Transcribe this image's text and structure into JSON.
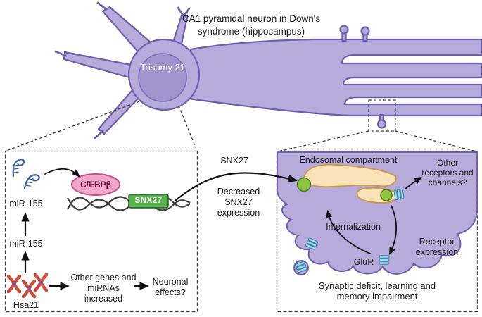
{
  "neuron": {
    "title": "CA1 pyramidal neuron in Down's syndrome (hippocampus)",
    "nucleus_label": "Trisomy 21"
  },
  "left_panel": {
    "mir155_top": "miR-155",
    "cebpb": "C/EBPβ",
    "snx27_gene": "SNX27",
    "mir155_mid": "miR-155",
    "hsa21": "Hsa21",
    "other_genes": "Other genes and miRNAs increased",
    "neuronal_effects": "Neuronal effects?"
  },
  "pathway": {
    "snx27": "SNX27",
    "decreased": "Decreased SNX27 expression"
  },
  "right_panel": {
    "endosome_label": "Endosomal compartment",
    "other_receptors": "Other receptors and channels?",
    "internalization": "Internalization",
    "receptor_expression": "Receptor expression",
    "glur": "GluR",
    "outcome": "Synaptic deficit, learning and memory impairment"
  },
  "colors": {
    "neuron_fill": "#b7abdc",
    "neuron_outline": "#6b5fae",
    "nucleus_fill": "#a295cd",
    "dash_line": "#3d3d3d",
    "mirna_blue": "#3a5fae",
    "cebpb_pink": "#f2a7cd",
    "cebpb_outline": "#c2518e",
    "snx27_green": "#56b04c",
    "chromosome_red": "#cf4c3b",
    "centromere_purple": "#7b5ea7",
    "endosome_fill": "#f8e3b8",
    "endosome_outline": "#cf9440",
    "protein_green": "#8dc63f",
    "receptor_blue": "#a9d9ee",
    "receptor_outline": "#2f7fa6",
    "arrow": "#111111"
  }
}
